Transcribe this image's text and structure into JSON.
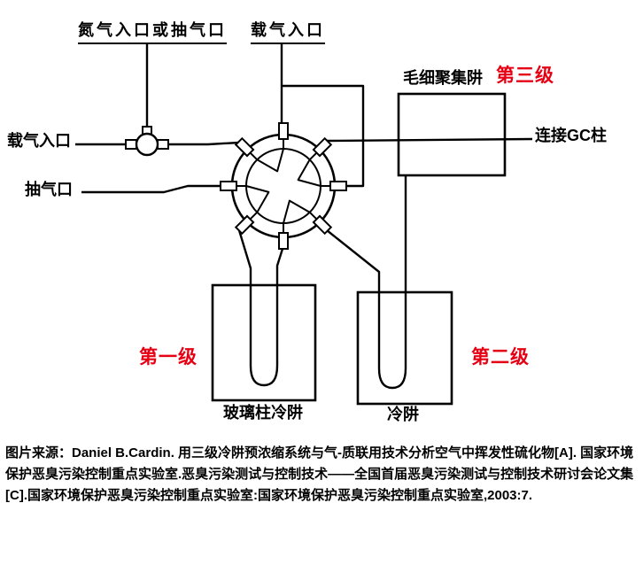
{
  "colors": {
    "stage_label_red": "#e60014",
    "diagram_black": "#000000",
    "background": "#ffffff"
  },
  "diagram": {
    "labels": {
      "nitrogen_inlet": "氮气入口或抽气口",
      "carrier_inlet_top": "载气入口",
      "carrier_inlet_left": "载气入口",
      "vent_port": "抽气口",
      "capillary_trap": "毛细聚集阱",
      "stage3": "第三级",
      "gc_column": "连接GC柱",
      "stage1": "第一级",
      "stage2": "第二级",
      "glass_column_trap": "玻璃柱冷阱",
      "cold_trap": "冷阱"
    }
  },
  "caption": "图片来源：Daniel B.Cardin. 用三级冷阱预浓缩系统与气-质联用技术分析空气中挥发性硫化物[A]. 国家环境保护恶臭污染控制重点实验室.恶臭污染测试与控制技术——全国首届恶臭污染测试与控制技术研讨会论文集[C].国家环境保护恶臭污染控制重点实验室:国家环境保护恶臭污染控制重点实验室,2003:7."
}
